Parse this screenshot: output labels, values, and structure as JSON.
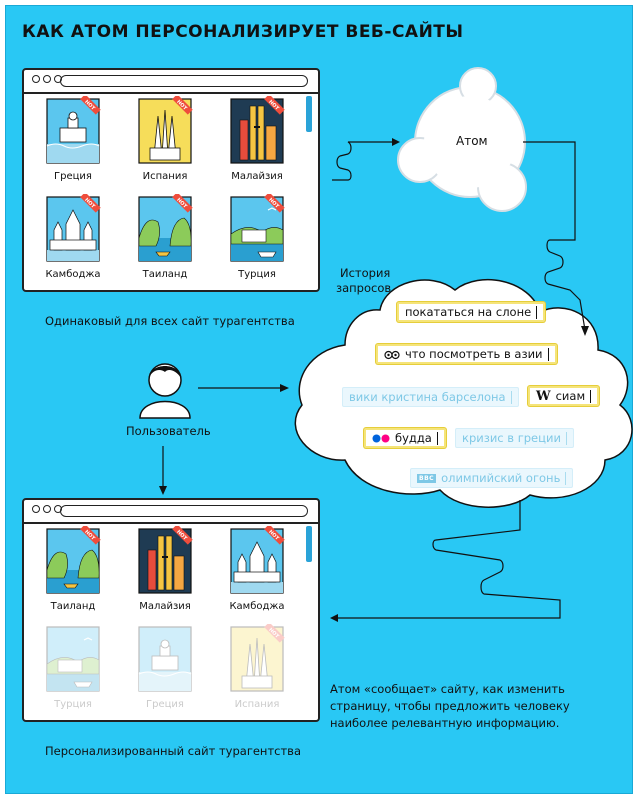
{
  "title": "КАК АТОМ ПЕРСОНАЛИЗИРУЕТ ВЕБ-САЙТЫ",
  "colors": {
    "background": "#29c8f4",
    "accent": "#2aa3d8",
    "highlight": "#f5e47a",
    "badge": "#ef4d3c"
  },
  "badge_text": "HOT",
  "top_site": {
    "caption": "Одинаковый для всех сайт турагентства",
    "cards": [
      {
        "label": "Греция",
        "scene": "greece",
        "hot": true
      },
      {
        "label": "Испания",
        "scene": "spain",
        "hot": true
      },
      {
        "label": "Малайзия",
        "scene": "malaysia",
        "hot": true
      },
      {
        "label": "Камбоджа",
        "scene": "cambodia",
        "hot": true
      },
      {
        "label": "Таиланд",
        "scene": "thailand",
        "hot": true
      },
      {
        "label": "Турция",
        "scene": "turkey",
        "hot": true
      }
    ]
  },
  "bottom_site": {
    "caption": "Персонализированный сайт турагентства",
    "cards": [
      {
        "label": "Таиланд",
        "scene": "thailand",
        "hot": true,
        "faded": false
      },
      {
        "label": "Малайзия",
        "scene": "malaysia",
        "hot": true,
        "faded": false
      },
      {
        "label": "Камбоджа",
        "scene": "cambodia",
        "hot": true,
        "faded": false
      },
      {
        "label": "Турция",
        "scene": "turkey",
        "hot": false,
        "faded": true
      },
      {
        "label": "Греция",
        "scene": "greece",
        "hot": false,
        "faded": true
      },
      {
        "label": "Испания",
        "scene": "spain",
        "hot": true,
        "faded": true
      }
    ]
  },
  "atom_label": "Атом",
  "history_label_line1": "История",
  "history_label_line2": "запросов",
  "user_label": "Пользователь",
  "feedback_text": [
    "Атом «сообщает» сайту, как изменить",
    "страницу, чтобы предложить человеку",
    "наиболее релевантную информацию."
  ],
  "queries": [
    {
      "text": "покататься на слоне",
      "state": "active",
      "icon": ""
    },
    {
      "text": "что посмотреть в азии",
      "state": "active",
      "icon": "tripadvisor-icon"
    },
    {
      "text": "вики кристина барселона",
      "state": "faded",
      "icon": ""
    },
    {
      "text": "сиам",
      "state": "active",
      "icon": "wikipedia-icon",
      "icon_text": "W"
    },
    {
      "text": "будда",
      "state": "active",
      "icon": "flickr-icon"
    },
    {
      "text": "кризис в греции",
      "state": "faded",
      "icon": ""
    },
    {
      "text": "олимпийский огонь",
      "state": "faded",
      "icon": "bbc-icon",
      "icon_text": "BBC"
    }
  ]
}
